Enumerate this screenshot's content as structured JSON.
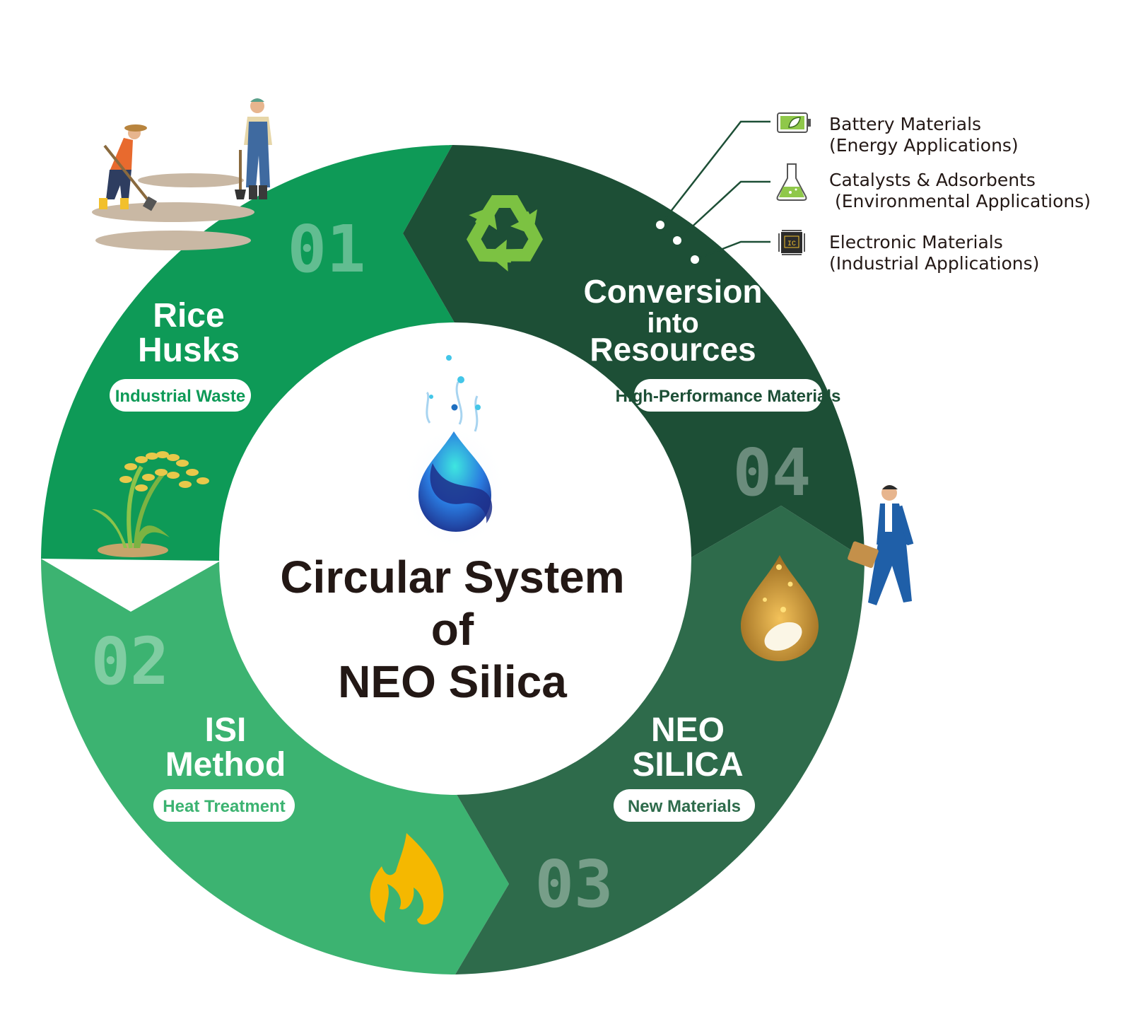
{
  "center": {
    "title_line1": "Circular System",
    "title_line2": "of",
    "title_line3": "NEO Silica"
  },
  "steps": [
    {
      "number": "01",
      "title_line1": "Rice",
      "title_line2": "Husks",
      "tag": "Industrial Waste",
      "color": "#0e9a57",
      "icon": "rice-plant-icon"
    },
    {
      "number": "02",
      "title_line1": "ISI",
      "title_line2": "Method",
      "tag": "Heat Treatment",
      "color": "#3cb371",
      "icon": "fire-icon"
    },
    {
      "number": "03",
      "title_line1": "NEO",
      "title_line2": "SILICA",
      "tag": "New Materials",
      "color": "#2e6b4b",
      "icon": "silica-drop-icon"
    },
    {
      "number": "04",
      "title_line1": "Conversion",
      "title_line2": "into",
      "title_line3": "Resources",
      "tag": "High-Performance Materials",
      "color": "#1d4f36",
      "icon": "recycle-icon"
    }
  ],
  "applications": [
    {
      "line1": "Battery Materials",
      "line2": "(Energy Applications)",
      "icon": "battery-icon"
    },
    {
      "line1": "Catalysts & Adsorbents",
      "line2": " (Environmental Applications)",
      "icon": "flask-icon"
    },
    {
      "line1": "Electronic Materials",
      "line2": "(Industrial Applications)",
      "icon": "ic-chip-icon",
      "icon_label": "IC"
    }
  ],
  "colors": {
    "step1": "#0e9a57",
    "step2": "#3cb371",
    "step3": "#2e6b4b",
    "step4": "#1d4f36",
    "recycle": "#7cc242",
    "fire": "#f5b800",
    "center_text": "#231815"
  }
}
